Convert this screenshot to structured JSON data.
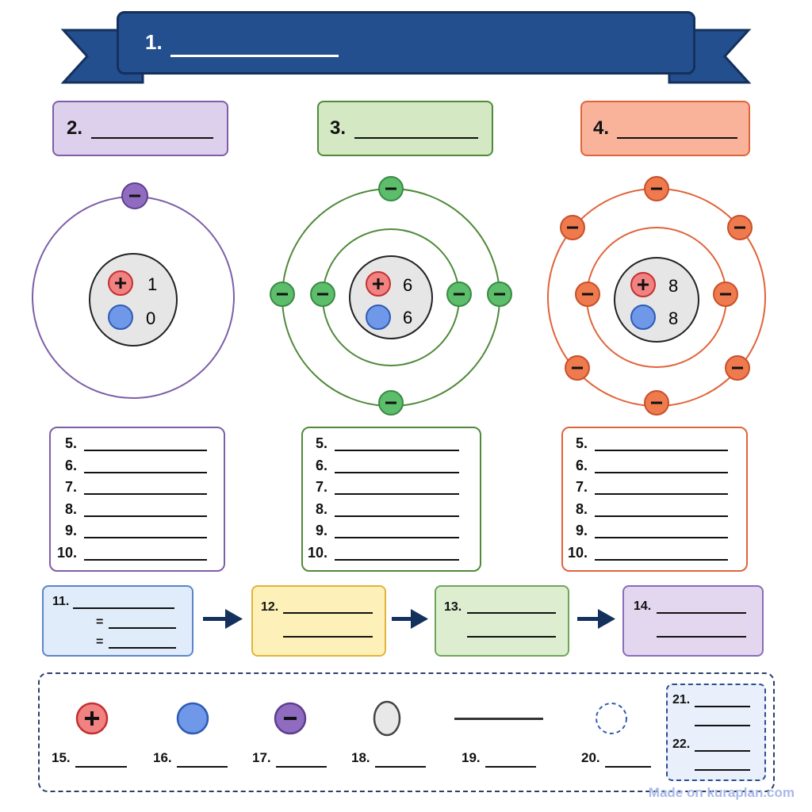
{
  "banner": {
    "number": "1."
  },
  "headers": [
    {
      "number": "2."
    },
    {
      "number": "3."
    },
    {
      "number": "4."
    }
  ],
  "atoms": [
    {
      "protons": "1",
      "neutrons": "0"
    },
    {
      "protons": "6",
      "neutrons": "6"
    },
    {
      "protons": "8",
      "neutrons": "8"
    }
  ],
  "colors": {
    "banner": "#244f8f",
    "purple": "#7e5ea8",
    "green": "#4f8a3a",
    "orange": "#e0643a",
    "proton": "#f08282",
    "neutron": "#6f98e8"
  },
  "question_lists": [
    [
      "5.",
      "6.",
      "7.",
      "8.",
      "9.",
      "10."
    ],
    [
      "5.",
      "6.",
      "7.",
      "8.",
      "9.",
      "10."
    ],
    [
      "5.",
      "6.",
      "7.",
      "8.",
      "9.",
      "10."
    ]
  ],
  "flow": {
    "box11": {
      "number": "11.",
      "eq1": "=",
      "eq2": "="
    },
    "box12": {
      "number": "12."
    },
    "box13": {
      "number": "13."
    },
    "box14": {
      "number": "14."
    }
  },
  "legend": {
    "items": [
      "15.",
      "16.",
      "17.",
      "18.",
      "19.",
      "20."
    ],
    "icons": [
      "proton-icon",
      "neutron-icon",
      "electron-icon",
      "nucleus-icon",
      "orbit-line-icon",
      "empty-shell-icon"
    ],
    "extra": [
      "21.",
      "22."
    ]
  },
  "symbols": {
    "plus": "+",
    "minus": "−"
  },
  "watermark": "Made on kuraplan.com"
}
